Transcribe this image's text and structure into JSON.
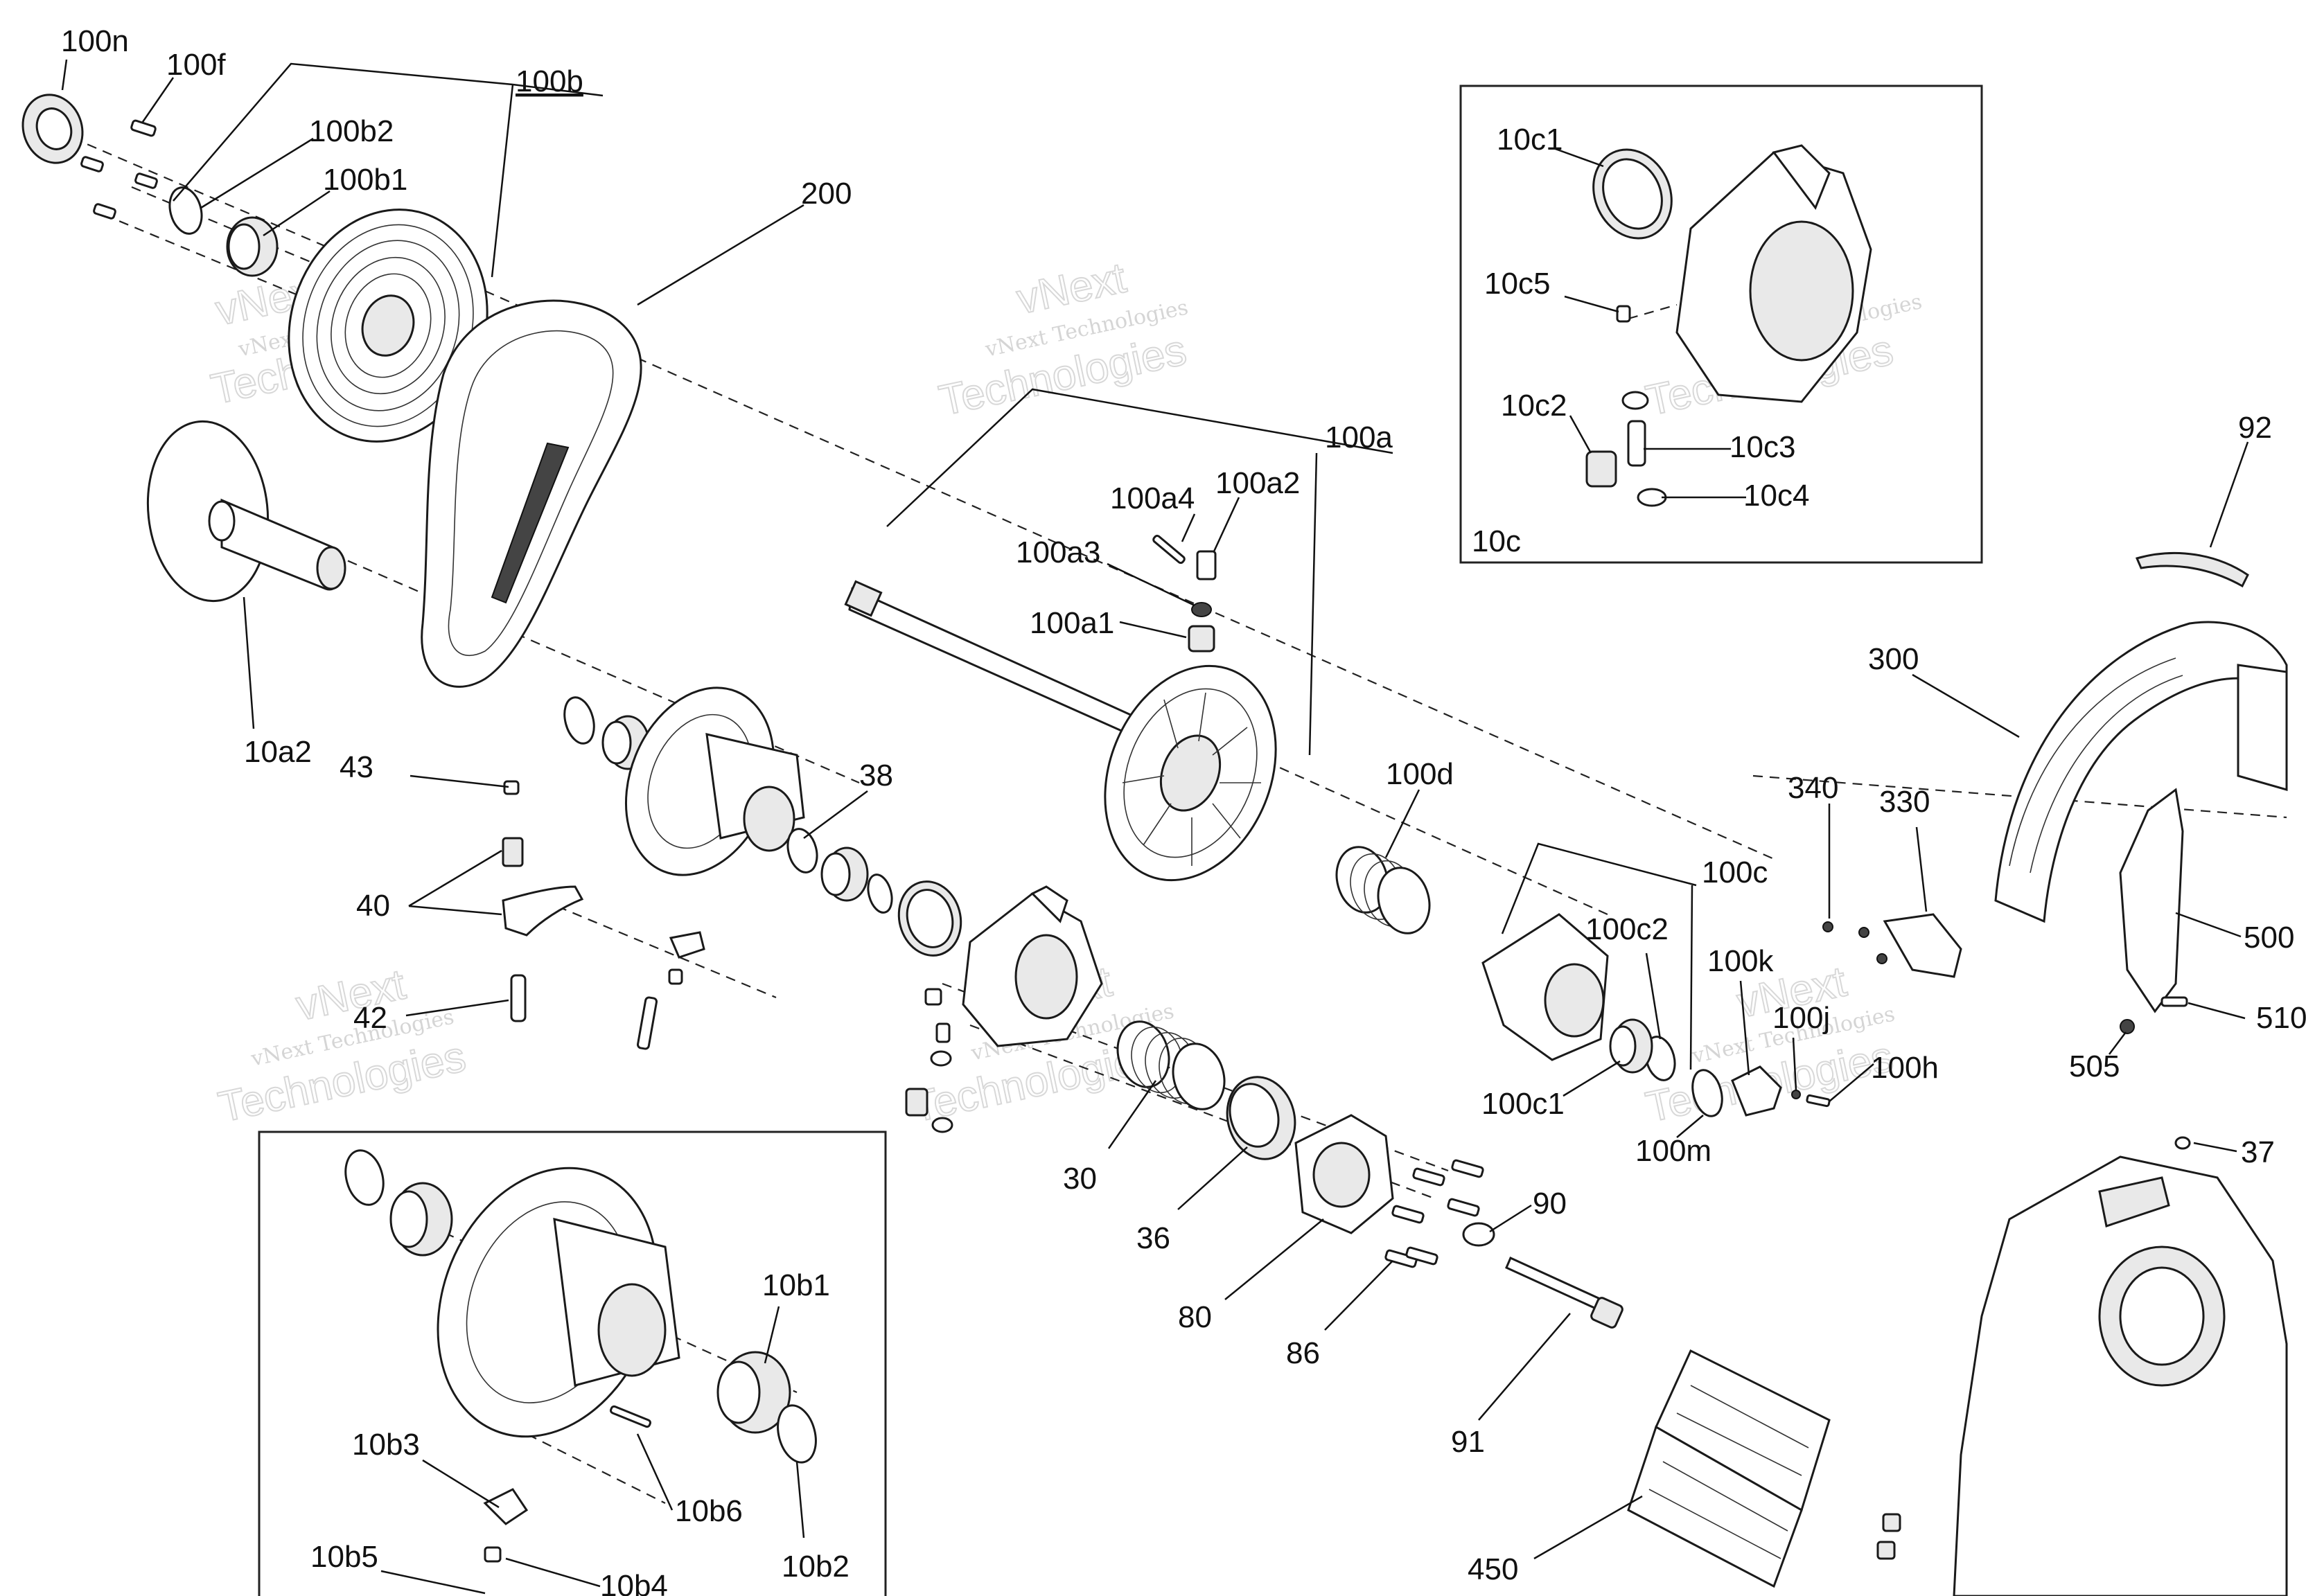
{
  "labels": {
    "l100n": "100n",
    "l100f": "100f",
    "l100b": "100b",
    "l100b2": "100b2",
    "l100b1": "100b1",
    "l200": "200",
    "l10a2": "10a2",
    "l43": "43",
    "l40": "40",
    "l42": "42",
    "l38": "38",
    "l100a": "100a",
    "l100a4": "100a4",
    "l100a2": "100a2",
    "l100a3": "100a3",
    "l100a1": "100a1",
    "l100d": "100d",
    "l100c": "100c",
    "l100c2": "100c2",
    "l100c1": "100c1",
    "l100k": "100k",
    "l100j": "100j",
    "l100h": "100h",
    "l100m": "100m",
    "l30": "30",
    "l36": "36",
    "l80": "80",
    "l86": "86",
    "l90": "90",
    "l91": "91",
    "l450": "450",
    "l10c1": "10c1",
    "l10c5": "10c5",
    "l10c2": "10c2",
    "l10c3": "10c3",
    "l10c4": "10c4",
    "l10c": "10c",
    "l92": "92",
    "l300": "300",
    "l340": "340",
    "l330": "330",
    "l500": "500",
    "l510": "510",
    "l505": "505",
    "l37": "37",
    "l10b1": "10b1",
    "l10b2": "10b2",
    "l10b3": "10b3",
    "l10b6": "10b6",
    "l10b5": "10b5",
    "l10b4": "10b4"
  },
  "watermark": {
    "line1": "vNext",
    "line2": "vNext Technologies",
    "line3": "Technologies"
  },
  "colors": {
    "ink": "#111111",
    "watermark": "#c8c8c8",
    "background": "#ffffff"
  }
}
